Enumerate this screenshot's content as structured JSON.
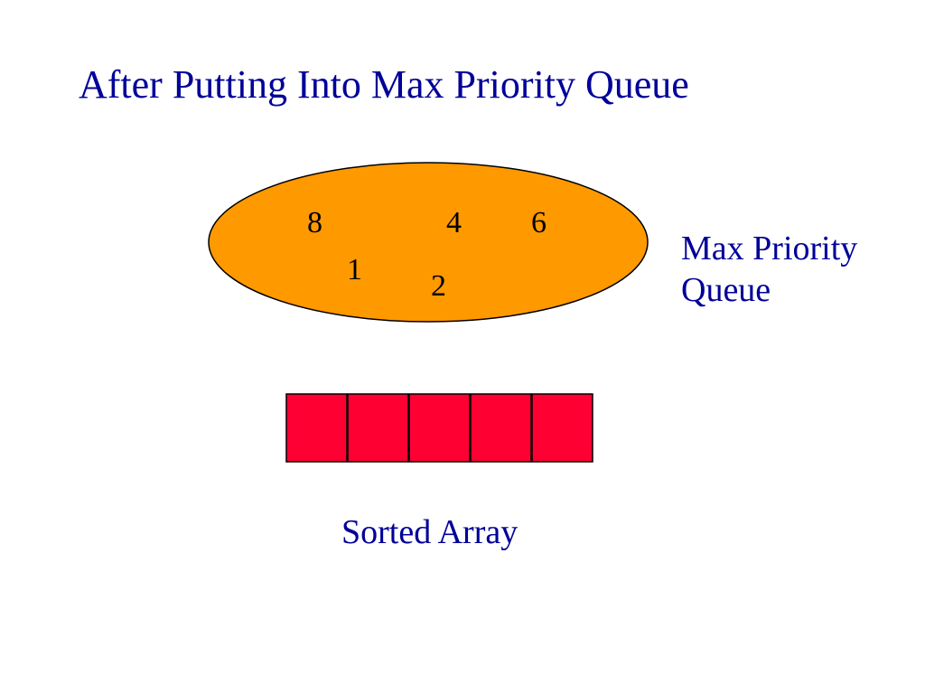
{
  "title": "After Putting Into Max Priority Queue",
  "priority_queue": {
    "label_line1": "Max Priority",
    "label_line2": "Queue",
    "fill_color": "#FF9900",
    "elements": [
      "8",
      "4",
      "6",
      "1",
      "2"
    ]
  },
  "sorted_array": {
    "label": "Sorted Array",
    "cell_count": 5,
    "cell_color": "#FF0033",
    "cells": [
      "",
      "",
      "",
      "",
      ""
    ]
  },
  "colors": {
    "text": "#000099"
  }
}
